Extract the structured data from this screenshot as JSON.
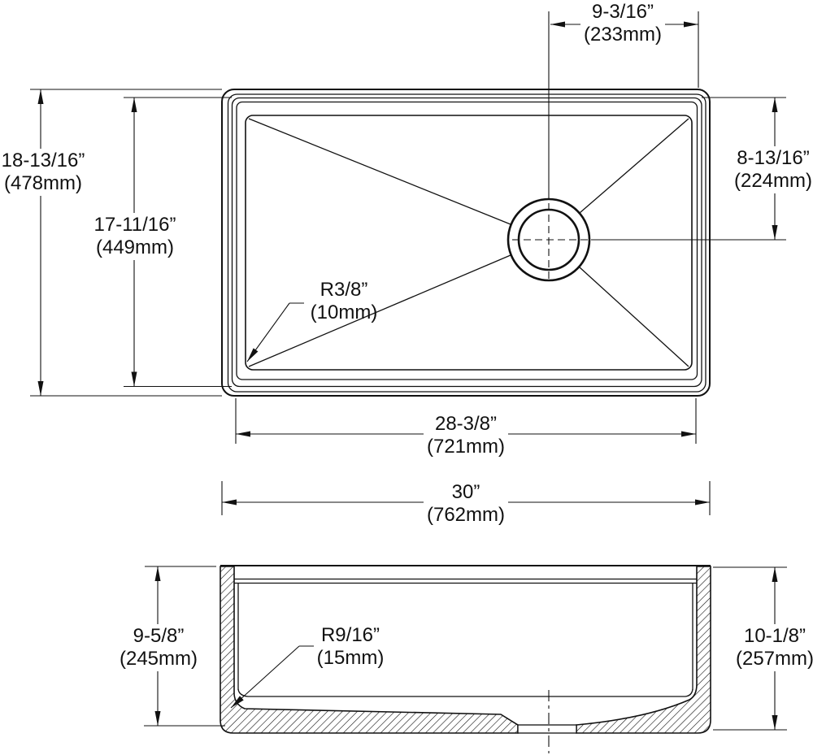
{
  "drawing": {
    "type": "sink-dimensional-drawing",
    "background_color": "#ffffff",
    "line_color": "#111111",
    "views": {
      "top_view": {
        "dimensions": {
          "drain_offset_horizontal": {
            "inches": "9-3/16”",
            "mm": "(233mm)"
          },
          "overall_depth": {
            "inches": "18-13/16”",
            "mm": "(478mm)"
          },
          "bowl_depth": {
            "inches": "17-11/16”",
            "mm": "(449mm)"
          },
          "drain_offset_vertical": {
            "inches": "8-13/16”",
            "mm": "(224mm)"
          },
          "corner_radius": {
            "inches": "R3/8”",
            "mm": "(10mm)"
          },
          "bowl_width": {
            "inches": "28-3/8”",
            "mm": "(721mm)"
          },
          "overall_width": {
            "inches": "30”",
            "mm": "(762mm)"
          }
        }
      },
      "section_view": {
        "dimensions": {
          "inside_depth": {
            "inches": "9-5/8”",
            "mm": "(245mm)"
          },
          "bottom_radius": {
            "inches": "R9/16”",
            "mm": "(15mm)"
          },
          "overall_height": {
            "inches": "10-1/8”",
            "mm": "(257mm)"
          }
        }
      }
    }
  }
}
